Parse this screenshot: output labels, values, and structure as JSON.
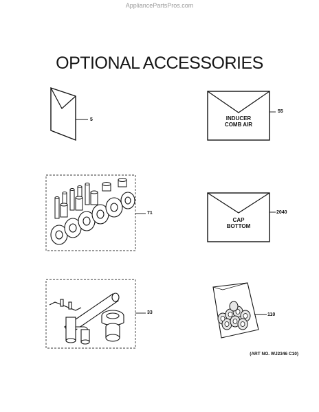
{
  "header": {
    "watermark": "AppliancePartsPros.com",
    "title": "OPTIONAL ACCESSORIES"
  },
  "parts": [
    {
      "id": "manual",
      "callout": "5"
    },
    {
      "id": "inducer-envelope",
      "callout": "55",
      "label_line1": "INDUCER",
      "label_line2": "COMB AIR"
    },
    {
      "id": "bolt-kit",
      "callout": "71"
    },
    {
      "id": "cap-envelope",
      "callout": "2040",
      "label_line1": "CAP",
      "label_line2": "BOTTOM"
    },
    {
      "id": "pipe-kit",
      "callout": "33"
    },
    {
      "id": "bag-parts",
      "callout": "110"
    }
  ],
  "footer": {
    "art_number": "(ART NO. WJ2346 C10)"
  }
}
